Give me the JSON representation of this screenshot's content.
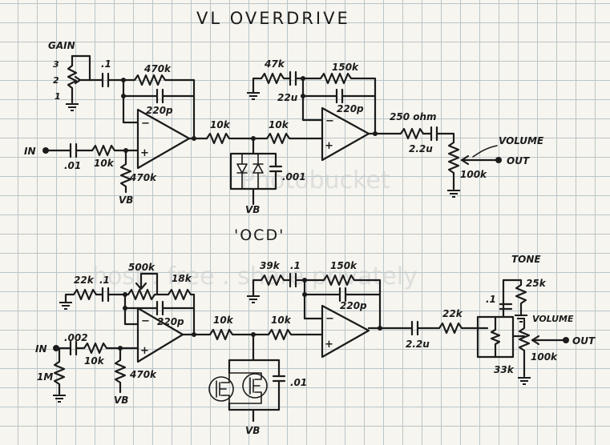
{
  "title": "VL OVERDRIVE",
  "subtitle": "'OCD'",
  "watermark_top": "Photobucket",
  "watermark_bottom": "host . free . share privately",
  "top": {
    "gain_label": "GAIN",
    "pot_pins": [
      "3",
      "2",
      "1"
    ],
    "c_gain": ".1",
    "r_fb": "470k",
    "c_fb": "220p",
    "in_label": "IN",
    "c_in": ".01",
    "r_in": "10k",
    "r_bias": "470k",
    "vb": "VB",
    "r_mid1": "10k",
    "r_mid2": "10k",
    "c_clip": ".001",
    "vb_clip": "VB",
    "r_gnd2": "47k",
    "c_gnd2": "22u",
    "r_fb2": "150k",
    "c_fb2": "220p",
    "r_out": "250 ohm",
    "c_out": "2.2u",
    "vol_label": "VOLUME",
    "vol_pot": "100k",
    "out_label": "OUT"
  },
  "bottom": {
    "r_gnd": "22k",
    "c_gnd": ".1",
    "pot_gain": "500k",
    "r_fb": "18k",
    "c_fb": "220p",
    "in_label": "IN",
    "c_in": ".002",
    "r_in": "10k",
    "r_pd": "1M",
    "r_bias": "470k",
    "vb": "VB",
    "r_mid1": "10k",
    "r_mid2": "10k",
    "c_clip": ".01",
    "vb_clip": "VB",
    "r_gnd2": "39k",
    "c_gnd2": ".1",
    "r_fb2": "150k",
    "c_fb2": "220p",
    "c_out": "2.2u",
    "r_out": "22k",
    "tone_label": "TONE",
    "tone_pot": "25k",
    "c_tone": ".1",
    "r_tone": "33k",
    "vol_label": "VOLUME",
    "vol_pot": "100k",
    "out_label": "OUT"
  },
  "colors": {
    "ink": "#1b1b1b",
    "grid": "#b9c4c8",
    "paper": "#f7f5ef"
  }
}
